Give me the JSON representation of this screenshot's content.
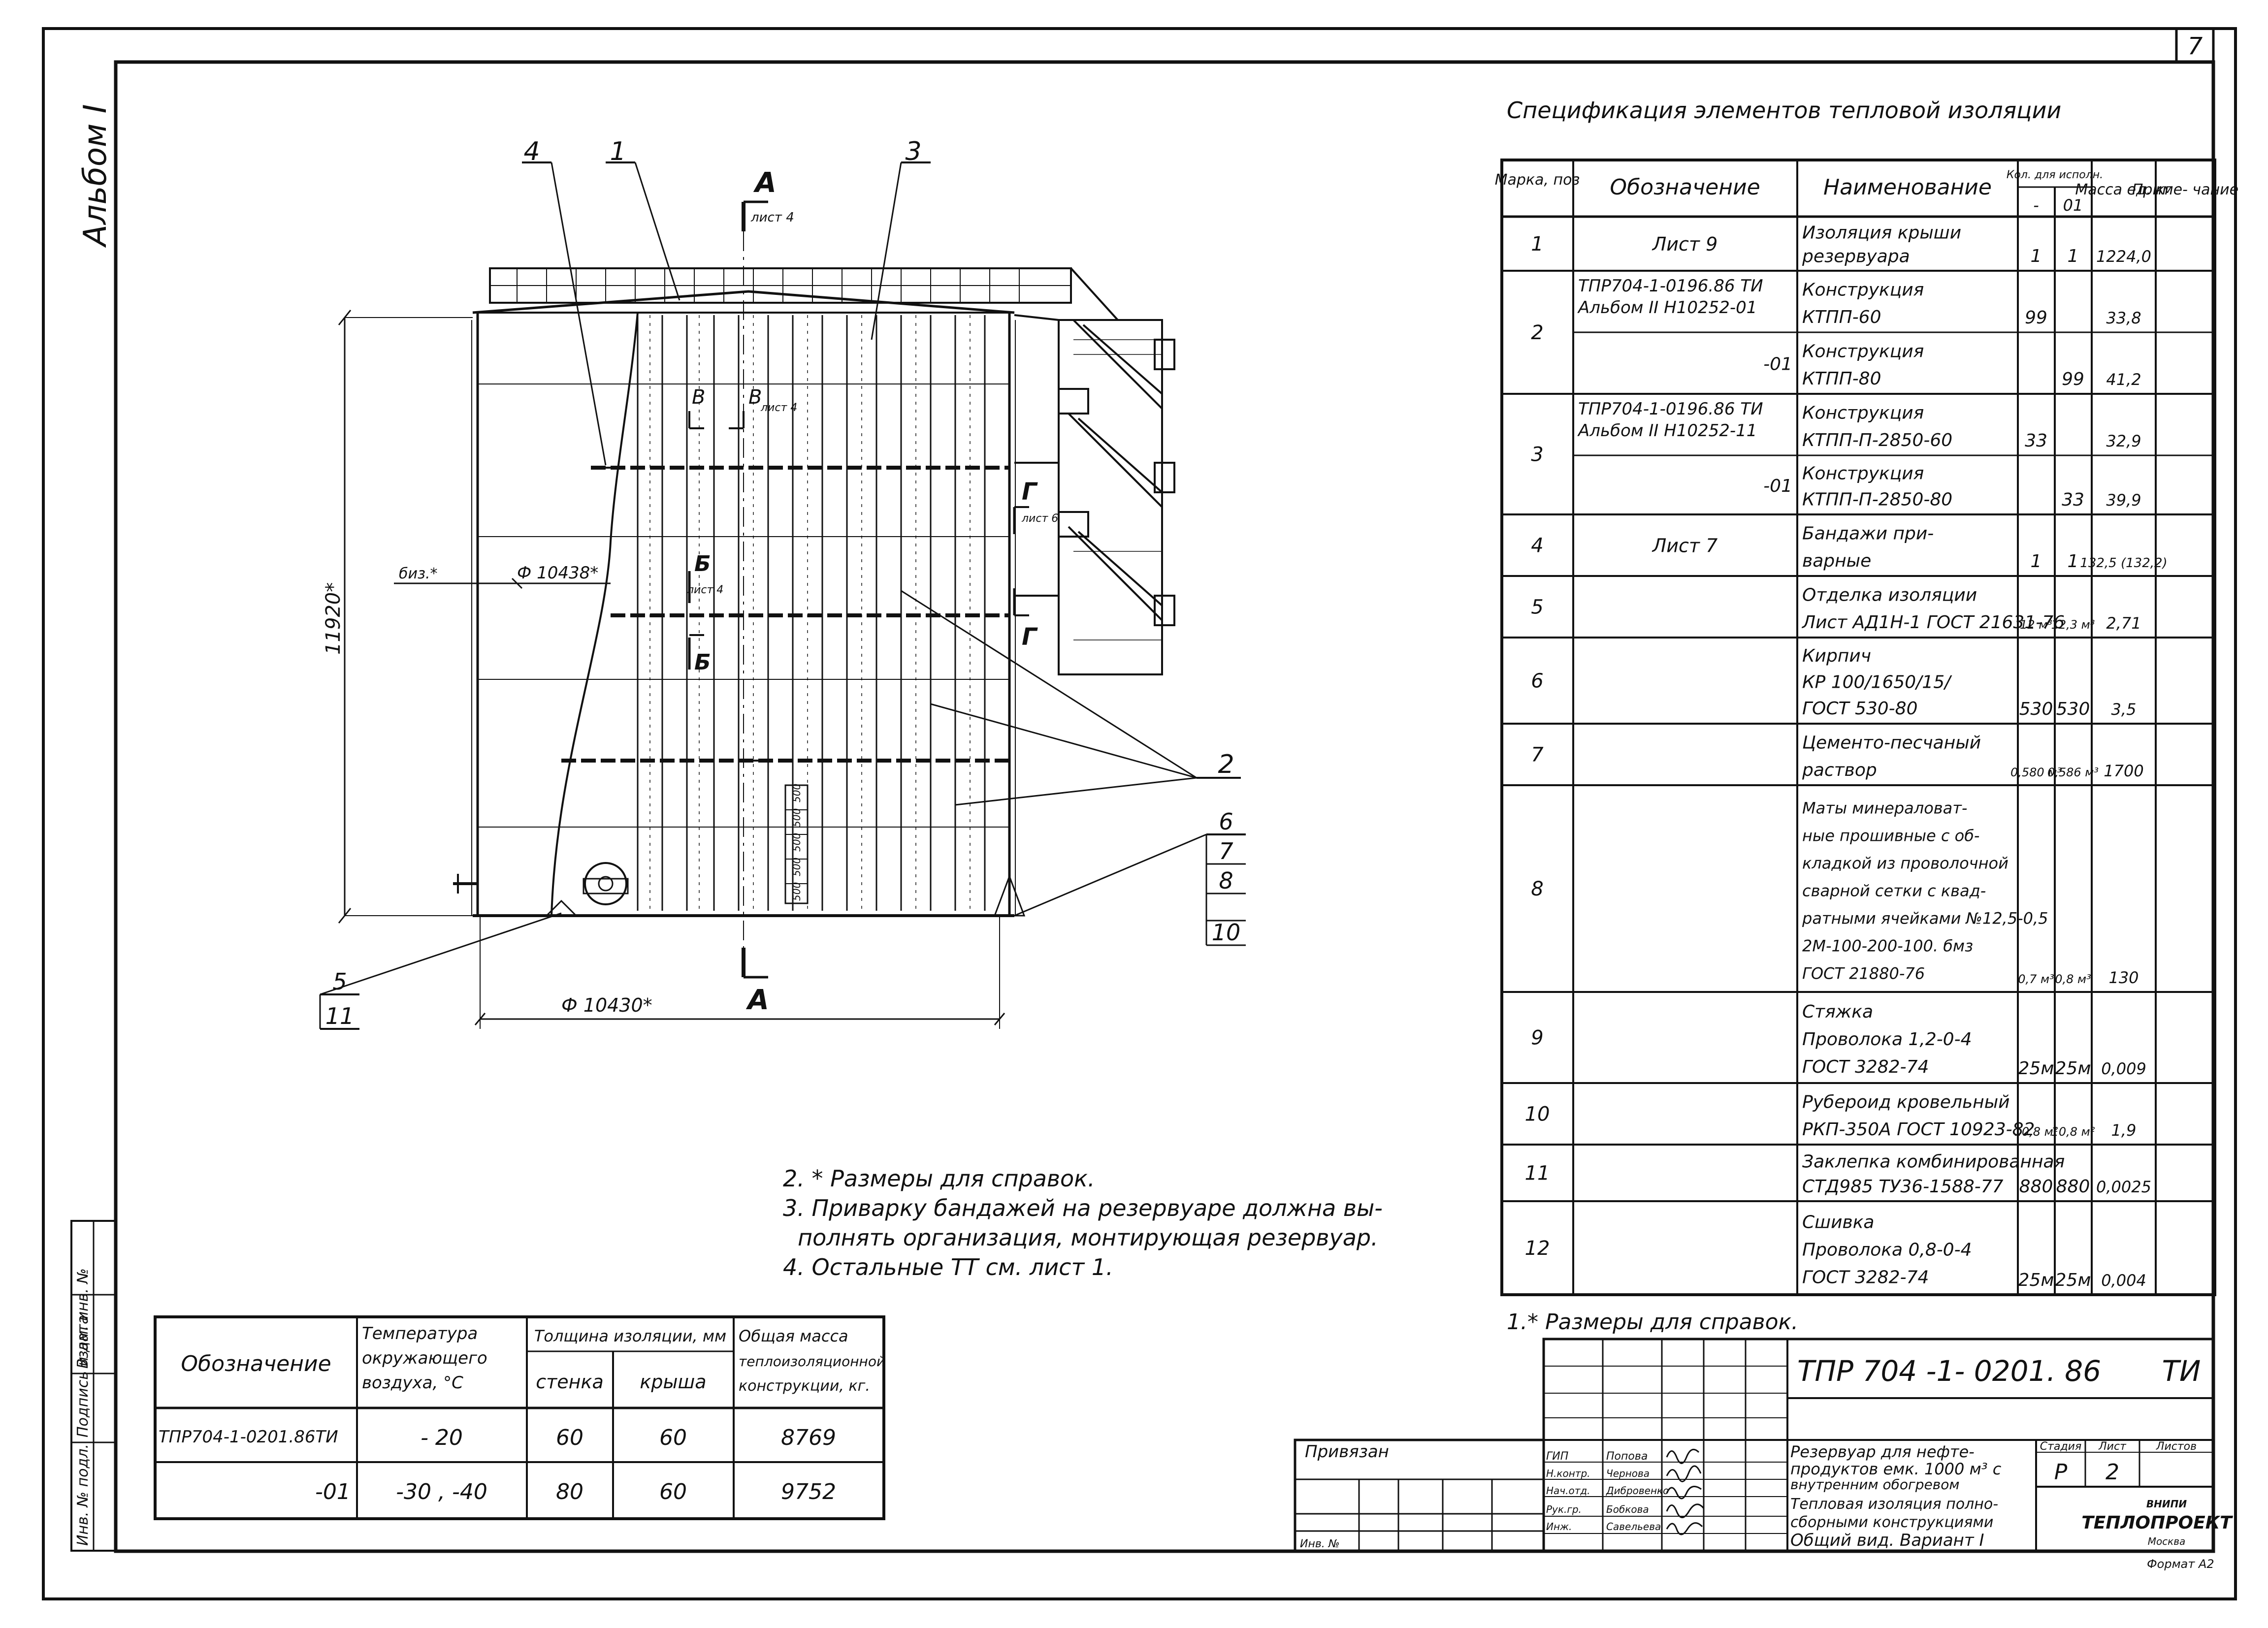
{
  "sheet_number": "7",
  "album_label": "Альбом I",
  "spec": {
    "title": "Спецификация элементов тепловой изоляции",
    "headers": {
      "mark": "Марка, поз",
      "designation": "Обозначение",
      "name": "Наименование",
      "qty": "Кол. для исполн.",
      "qty_base": "-",
      "qty_01": "01",
      "mass": "Масса ед. кг",
      "note": "Приме- чание"
    },
    "rows": [
      {
        "mark": "1",
        "designation": [
          "Лист 9"
        ],
        "name": [
          "Изоляция крыши",
          "резервуара"
        ],
        "q1": "1",
        "q2": "1",
        "mass": "1224,0"
      },
      {
        "mark": "2",
        "designation": [
          "ТПР704-1-0196.86 ТИ",
          "Альбом II Н10252-01"
        ],
        "name": [
          "Конструкция",
          "КТПП-60"
        ],
        "q1": "99",
        "q2": "",
        "mass": "33,8"
      },
      {
        "mark": "",
        "designation": [
          "-01"
        ],
        "name": [
          "Конструкция",
          "КТПП-80"
        ],
        "q1": "",
        "q2": "99",
        "mass": "41,2"
      },
      {
        "mark": "3",
        "designation": [
          "ТПР704-1-0196.86 ТИ",
          "Альбом II Н10252-11"
        ],
        "name": [
          "Конструкция",
          "КТПП-П-2850-60"
        ],
        "q1": "33",
        "q2": "",
        "mass": "32,9"
      },
      {
        "mark": "",
        "designation": [
          "-01"
        ],
        "name": [
          "Конструкция",
          "КТПП-П-2850-80"
        ],
        "q1": "",
        "q2": "33",
        "mass": "39,9"
      },
      {
        "mark": "4",
        "designation": [
          "Лист 7"
        ],
        "name": [
          "Бандажи при-",
          "варные"
        ],
        "q1": "1",
        "q2": "1",
        "mass": "132,5 (132,2)"
      },
      {
        "mark": "5",
        "designation": [],
        "name": [
          "Отделка изоляции",
          "Лист АД1Н-1 ГОСТ 21631-76"
        ],
        "q1": "12 м³",
        "q2": "12,3 м³",
        "mass": "2,71"
      },
      {
        "mark": "6",
        "designation": [],
        "name": [
          "Кирпич",
          "КР 100/1650/15/",
          "ГОСТ 530-80"
        ],
        "q1": "530",
        "q2": "530",
        "mass": "3,5"
      },
      {
        "mark": "7",
        "designation": [],
        "name": [
          "Цементо-песчаный",
          "раствор"
        ],
        "q1": "0,580 м³",
        "q2": "0,586 м³",
        "mass": "1700"
      },
      {
        "mark": "8",
        "designation": [],
        "name": [
          "Маты минераловат-",
          "ные прошивные с об-",
          "кладкой из проволочной",
          "сварной сетки с квад-",
          "ратными ячейками №12,5-0,5",
          "2М-100-200-100. бмз",
          "ГОСТ 21880-76"
        ],
        "q1": "0,7 м³",
        "q2": "0,8 м³",
        "mass": "130"
      },
      {
        "mark": "9",
        "designation": [],
        "name": [
          "Стяжка",
          "Проволока 1,2-0-4",
          "ГОСТ 3282-74"
        ],
        "q1": "25м",
        "q2": "25м",
        "mass": "0,009"
      },
      {
        "mark": "10",
        "designation": [],
        "name": [
          "Рубероид кровельный",
          "РКП-350А ГОСТ 10923-82"
        ],
        "q1": "10,8 м²",
        "q2": "10,8 м²",
        "mass": "1,9"
      },
      {
        "mark": "11",
        "designation": [],
        "name": [
          "Заклепка комбинированная",
          "СТД985 ТУ36-1588-77"
        ],
        "q1": "880",
        "q2": "880",
        "mass": "0,0025"
      },
      {
        "mark": "12",
        "designation": [],
        "name": [
          "Сшивка",
          "Проволока 0,8-0-4",
          "ГОСТ 3282-74"
        ],
        "q1": "25м",
        "q2": "25м",
        "mass": "0,004"
      }
    ],
    "footnote": "1.* Размеры для справок."
  },
  "notes": [
    "2. * Размеры для справок.",
    "3. Приварку бандажей на резервуаре должна вы-",
    "полнять организация, монтирующая резервуар.",
    "4. Остальные ТТ см. лист 1."
  ],
  "options_table": {
    "headers": {
      "designation": "Обозначение",
      "temp": [
        "Температура",
        "окружающего",
        "воздуха, °С"
      ],
      "thickness": "Толщина изоляции, мм",
      "wall": "стенка",
      "roof": "крыша",
      "mass": [
        "Общая масса",
        "теплоизоляционной",
        "конструкции, кг."
      ]
    },
    "rows": [
      {
        "designation": "ТПР704-1-0201.86ТИ",
        "temp": "- 20",
        "wall": "60",
        "roof": "60",
        "mass": "8769"
      },
      {
        "designation": "-01",
        "temp": "-30 , -40",
        "wall": "80",
        "roof": "60",
        "mass": "9752"
      }
    ]
  },
  "drawing": {
    "labels": {
      "leader_4": "4",
      "leader_1": "1",
      "leader_3": "3",
      "leader_2": "2",
      "section_A": "А",
      "sheet4": "лист 4",
      "section_V": "В",
      "sheet4_v": "лист 4",
      "section_B": "Б",
      "sheet4_b": "лист 4",
      "section_G": "Г",
      "sheet6": "лист 6",
      "height_dim": "11920*",
      "inner_dia": "Ф 10438*",
      "outer_dia": "Ф 10430*",
      "insul": "биз.*",
      "callout_5": "5",
      "callout_11": "11",
      "callout_6": "6",
      "callout_7": "7",
      "callout_8": "8",
      "callout_10": "10",
      "stack": [
        "500",
        "500",
        "500",
        "500",
        "500"
      ]
    }
  },
  "title_block": {
    "code": "ТПР 704 -1- 0201. 86",
    "suffix": "ТИ",
    "privyazan": "Привязан",
    "inv_label": "Инв. №",
    "description": [
      "Резервуар для нефте-",
      "продуктов емк. 1000 м³ с",
      "внутренним обогревом",
      "Тепловая изоляция полно-",
      "сборными конструкциями",
      "Общий вид. Вариант I"
    ],
    "stage_label": "Стадия",
    "sheet_label": "Лист",
    "sheets_label": "Листов",
    "stage": "Р",
    "sheet": "2",
    "org": [
      "ВНИПИ",
      "ТЕПЛОПРОЕКТ",
      "Москва"
    ],
    "format": "Формат А2",
    "staff": [
      {
        "role": "ГИП",
        "name": "Попова"
      },
      {
        "role": "Н.контр.",
        "name": "Чернова"
      },
      {
        "role": "Нач.отд.",
        "name": "Дибровенко"
      },
      {
        "role": "Рук.гр.",
        "name": "Бобкова"
      },
      {
        "role": "Инж.",
        "name": "Савельева"
      }
    ],
    "side_labels": [
      "Инв. № подл.",
      "Подпись и дата",
      "Взам. инв. №"
    ]
  }
}
